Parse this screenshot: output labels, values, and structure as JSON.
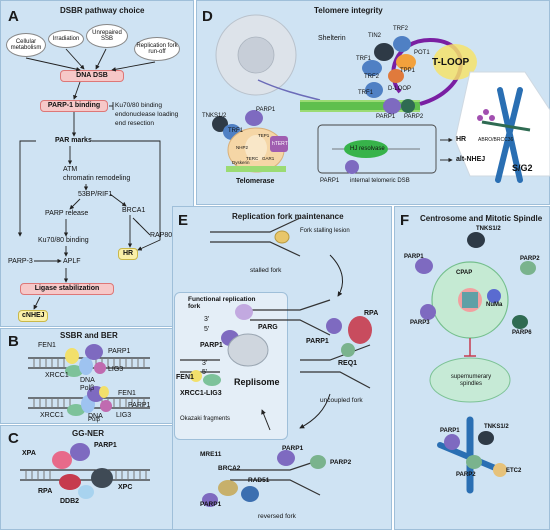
{
  "panelA": {
    "label": "A",
    "title": "DSBR pathway choice",
    "sources": [
      "Cellular metabolism",
      "Irradiation",
      "Unrepaired SSB",
      "Replication fork run-off"
    ],
    "dna_dsb": "DNA DSB",
    "parp1_binding": "PARP-1 binding",
    "ku_inhibit": "Ku70/80 binding",
    "endonuclease": "endonuclease loading",
    "resection": "end resection",
    "par_marks": "PAR marks",
    "atm": "ATM",
    "chromatin": "chromatin remodeling",
    "bp53": "53BP/RIF1",
    "brca1": "BRCA1",
    "parp_release": "PARP release",
    "rap80": "RAP80",
    "hr": "HR",
    "ku_binding": "Ku70/80 binding",
    "parp3": "PARP-3",
    "aplf": "APLF",
    "ligase": "Ligase stabilization",
    "cnhej": "cNHEJ"
  },
  "panelB": {
    "label": "B",
    "title": "SSBR and BER",
    "fen1_a": "FEN1",
    "parp1_a": "PARP1",
    "xrcc1_a": "XRCC1",
    "lig3_a": "LIG3",
    "dna_a": "DNA",
    "polb_a": "Polβ",
    "fen1_b": "FEN1",
    "parp1_b": "PARP1",
    "xrcc1_b": "XRCC1",
    "lig3_b": "LIG3",
    "dna_b": "DNA",
    "polb_b": "Polβ"
  },
  "panelC": {
    "label": "C",
    "title": "GG-NER",
    "xpa": "XPA",
    "parp1": "PARP1",
    "rpa": "RPA",
    "ddb2": "DDB2",
    "xpc": "XPC"
  },
  "panelD": {
    "label": "D",
    "title": "Telomere integrity",
    "shelterin": "Shelterin",
    "tin2": "TIN2",
    "trf2_a": "TRF2",
    "trf1_a": "TRF1",
    "pot1": "POT1",
    "tpp1": "TPP1",
    "tloop": "T-LOOP",
    "trf2_b": "TRF2",
    "trf1_b": "TRF1",
    "dloop": "D-LOOP",
    "parp1_t": "PARP1",
    "parp2_t": "PARP2",
    "tnks": "TNKS1/2",
    "trf1_c": "TRF1",
    "parp1_c": "PARP1",
    "tep1": "TEP1",
    "nhp2": "NHP2",
    "dyskerin": "Dyskerin",
    "tert": "hTERT",
    "terc": "TERC",
    "gar1": "GAR1",
    "telomerase": "Telomerase",
    "hj": "HJ resolvase",
    "hr": "HR",
    "altnhej": "alt-NHEJ",
    "parp1_d": "PARP1",
    "internal": "internal telomeric DSB",
    "abro": "ABRO/BRCC36",
    "sg2": "S/G2"
  },
  "panelE": {
    "label": "E",
    "title": "Replication fork maintenance",
    "stall_lesion": "Fork stalling lesion",
    "stalled": "stalled fork",
    "func_title": "Functional replication fork",
    "p3": "3'",
    "p5": "5'",
    "p3b": "3'",
    "p5b": "5'",
    "parg": "PARG",
    "parp1_f": "PARP1",
    "fen1": "FEN1",
    "replisome": "Replisome",
    "xrcc_lig": "XRCC1-LIG3",
    "okazaki": "Okazaki fragments",
    "rpa": "RPA",
    "parp1_u": "PARP1",
    "req1": "REQ1",
    "uncoupled": "uncoupled fork",
    "mre11": "MRE11",
    "brca2": "BRCA2",
    "parp1_r": "PARP1",
    "parp2_r": "PARP2",
    "rad51": "RAD51",
    "parp1_r2": "PARP1",
    "reversed": "reversed fork"
  },
  "panelF": {
    "label": "F",
    "title": "Centrosome and Mitotic Spindle",
    "tnks": "TNKS1/2",
    "parp1": "PARP1",
    "parp2": "PARP2",
    "cpap": "CPAP",
    "numa": "NuMa",
    "parp3": "PARP3",
    "parp6": "PARP6",
    "supernum": "supernumerary spindles",
    "parp1_b": "PARP1",
    "tnks_b": "TNKS1/2",
    "parp2_b": "PARP2",
    "etc2": "ETC2"
  }
}
